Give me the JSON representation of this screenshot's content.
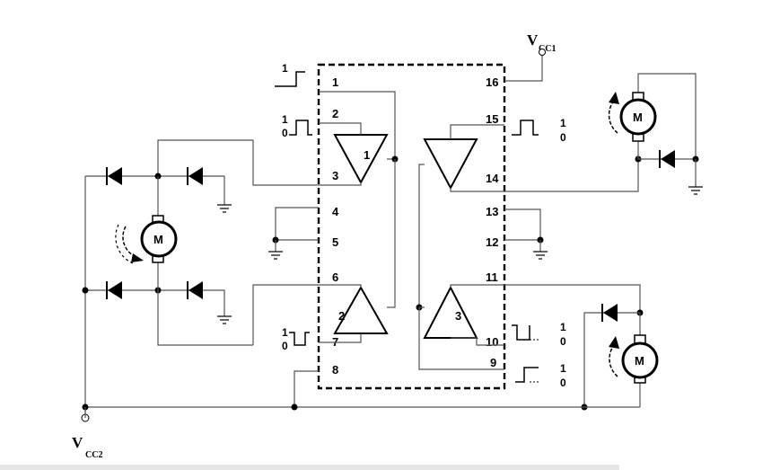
{
  "supplies": {
    "vcc1": {
      "main": "V",
      "sub": "CC1"
    },
    "vcc2": {
      "main": "V",
      "sub": "CC2"
    }
  },
  "pins": {
    "p1": "1",
    "p2": "2",
    "p3": "3",
    "p4": "4",
    "p5": "5",
    "p6": "6",
    "p7": "7",
    "p8": "8",
    "p9": "9",
    "p10": "10",
    "p11": "11",
    "p12": "12",
    "p13": "13",
    "p14": "14",
    "p15": "15",
    "p16": "16"
  },
  "drivers": {
    "d1": "1",
    "d2": "2",
    "d3": "3"
  },
  "motor_label": "M",
  "signal_levels": {
    "pin1": [
      "1"
    ],
    "pin2": [
      "1",
      "0"
    ],
    "pin7": [
      "1",
      "0"
    ],
    "pin10": [
      "1",
      "0"
    ],
    "pin9": [
      "1",
      "0"
    ],
    "pin15": [
      "1",
      "0"
    ]
  },
  "colors": {
    "line": "#555555",
    "ink": "#000000",
    "bottom_bar": "#e6e6e6"
  }
}
